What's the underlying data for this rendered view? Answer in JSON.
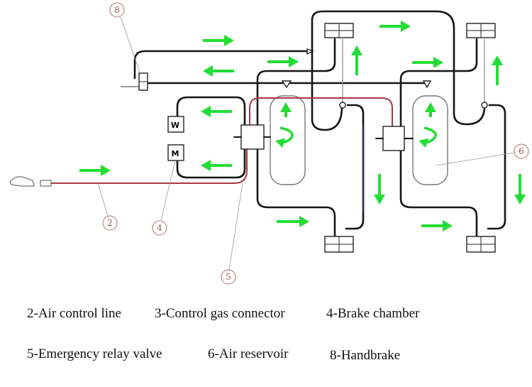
{
  "callouts": {
    "c2": "2",
    "c4": "4",
    "c5": "5",
    "c6": "6",
    "c8": "8"
  },
  "legend": {
    "row1": [
      "2-Air control line",
      "3-Control gas connector",
      "4-Brake chamber"
    ],
    "row2": [
      "5-Emergency relay valve",
      "6-Air reservoir",
      "8-Handbrake"
    ]
  },
  "colors": {
    "flow_arrow": "#22dd33",
    "control_line": "#a8364a",
    "air_line": "#151515"
  }
}
